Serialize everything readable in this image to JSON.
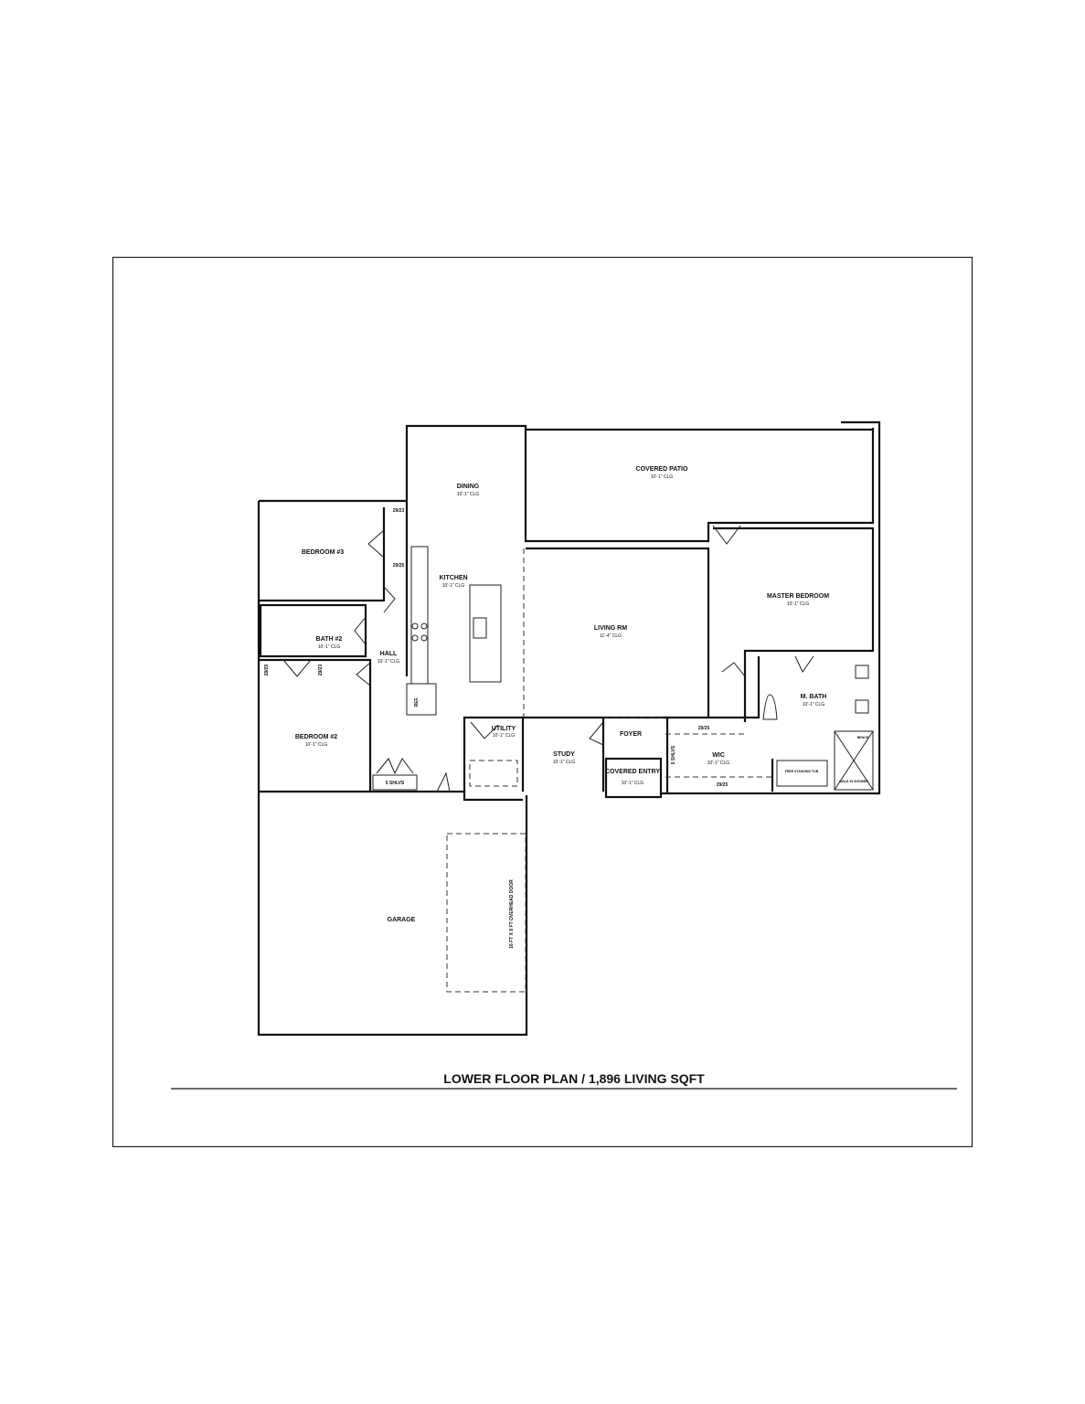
{
  "title": "LOWER FLOOR PLAN  /  1,896 LIVING SQFT",
  "rooms": {
    "dining": {
      "name": "DINING",
      "ceiling": "10'-1\" CLG"
    },
    "covered_patio": {
      "name": "COVERED PATIO",
      "ceiling": "10'-1\" CLG"
    },
    "bedroom3": {
      "name": "BEDROOM #3"
    },
    "kitchen": {
      "name": "KITCHEN",
      "ceiling": "10'-1\" CLG"
    },
    "bath2": {
      "name": "BATH #2",
      "ceiling": "10'-1\" CLG"
    },
    "hall": {
      "name": "HALL",
      "ceiling": "10'-1\" CLG"
    },
    "living": {
      "name": "LIVING RM",
      "ceiling": "11'-4\" CLG"
    },
    "master_bedroom": {
      "name": "MASTER BEDROOM",
      "ceiling": "10'-1\" CLG"
    },
    "master_bath": {
      "name": "M. BATH",
      "ceiling": "10'-1\" CLG"
    },
    "bedroom2": {
      "name": "BEDROOM #2",
      "ceiling": "10'-1\" CLG"
    },
    "utility": {
      "name": "UTILITY",
      "ceiling": "10'-1\" CLG"
    },
    "study": {
      "name": "STUDY",
      "ceiling": "10'-1\" CLG"
    },
    "foyer": {
      "name": "FOYER"
    },
    "covered_entry": {
      "name": "COVERED ENTRY",
      "ceiling": "10'-1\" CLG"
    },
    "wic": {
      "name": "WIC",
      "ceiling": "10'-1\" CLG"
    },
    "garage": {
      "name": "GARAGE"
    }
  },
  "notes": {
    "closet_a": "29/23",
    "closet_b": "29/25",
    "closet_c": "29/25",
    "closet_d": "29/23",
    "shelves": "5 SHLVS",
    "ref": "REF.",
    "wic_top": "29/25",
    "wic_bottom": "29/25",
    "wic_side": "5 SHLVS",
    "tub": "FREE STANDING TUB",
    "shower": "WALK IN SHOWER",
    "bench": "BENCH",
    "overhead_door": "16 FT X 8 FT OVERHEAD DOOR"
  }
}
